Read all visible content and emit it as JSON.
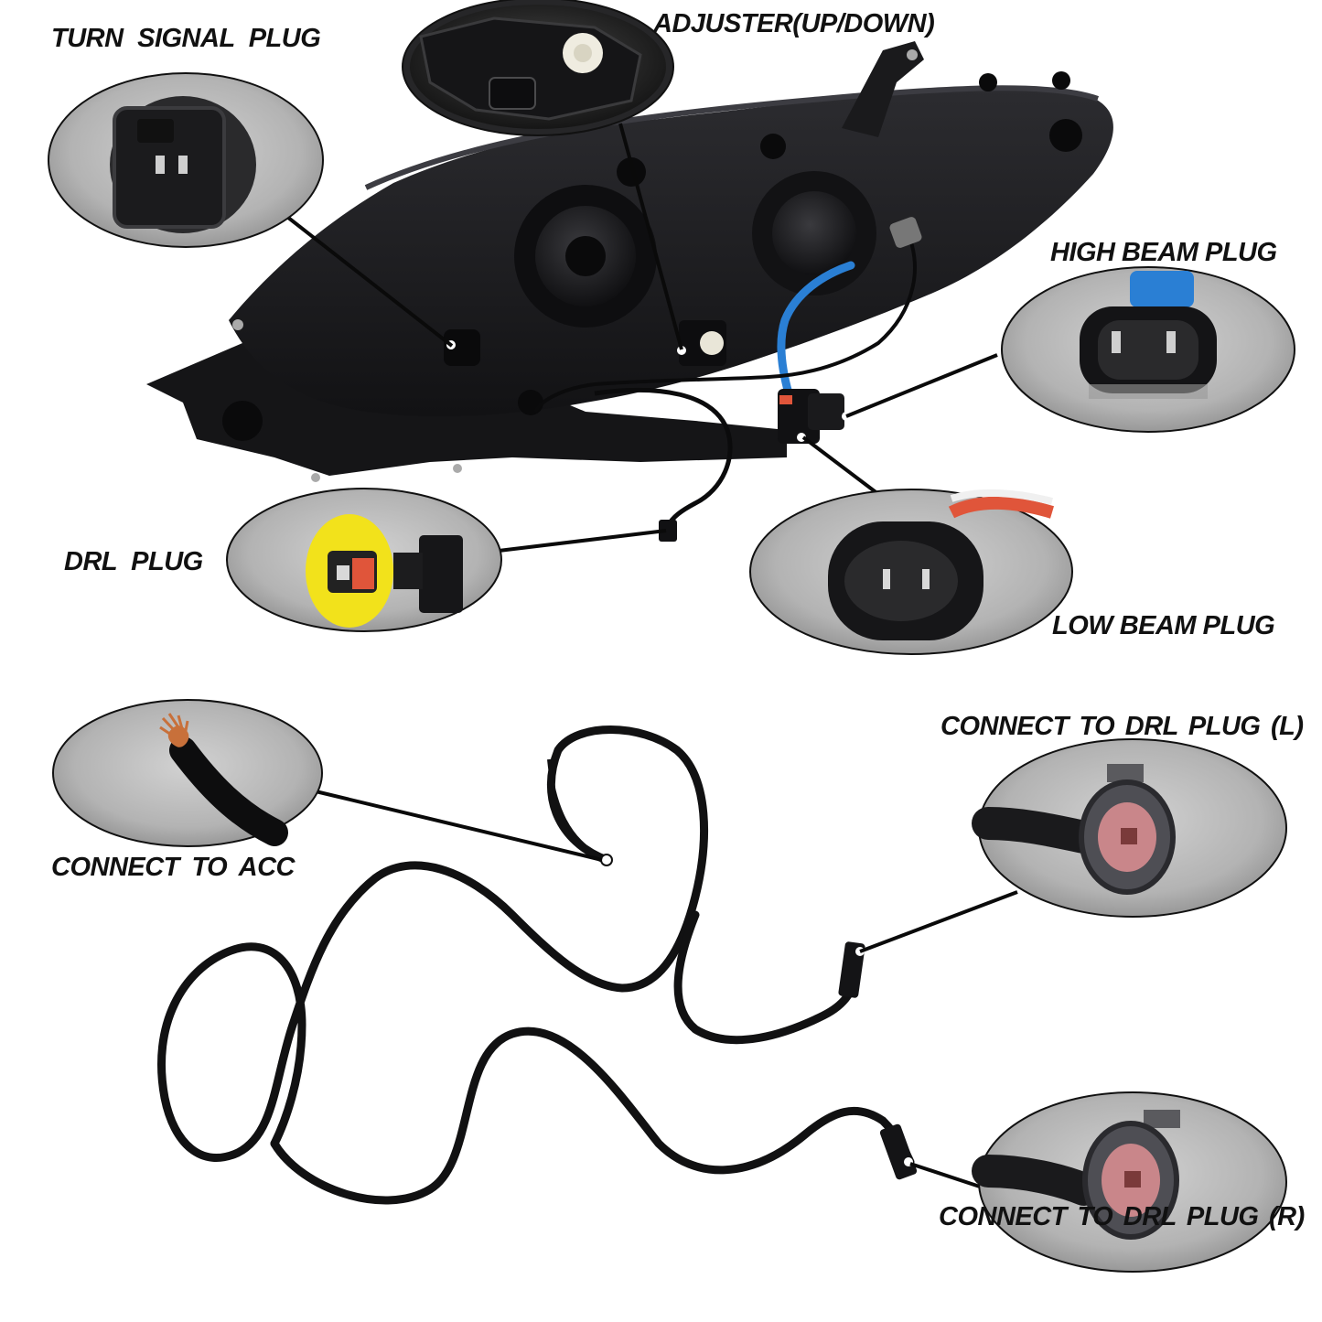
{
  "labels": {
    "turn_signal_plug": "TURN  SIGNAL  PLUG",
    "adjuster": "ADJUSTER(UP/DOWN)",
    "high_beam_plug": "HIGH BEAM PLUG",
    "drl_plug": "DRL  PLUG",
    "low_beam_plug": "LOW BEAM PLUG",
    "connect_drl_left": "CONNECT  TO  DRL PLUG (L)",
    "connect_acc": "CONNECT  TO  ACC",
    "connect_drl_right": "CONNECT  TO  DRL PLUG (R)"
  },
  "colors": {
    "housing": "#1b1b1d",
    "lens_grey": "#2c2c30",
    "callout_bg": "#b8b8b8",
    "wire_blue": "#2a7fd4",
    "drl_yellow": "#f2e21b",
    "connector_red": "#e0553a",
    "copper": "#c8703a",
    "pin_pink": "#c9868a"
  }
}
